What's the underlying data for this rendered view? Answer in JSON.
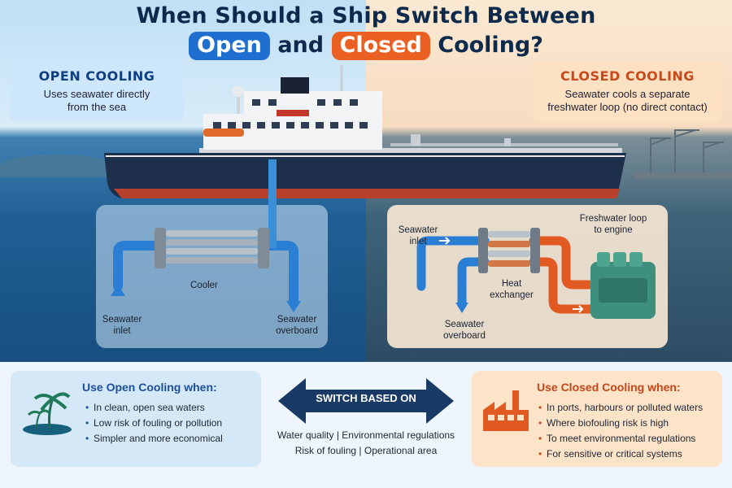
{
  "title": {
    "line1": "When Should a Ship Switch Between",
    "open_word": "Open",
    "and_word": "and",
    "closed_word": "Closed",
    "cooling_word": "Cooling?"
  },
  "open_info": {
    "heading": "OPEN COOLING",
    "line1": "Uses seawater directly",
    "line2": "from the sea"
  },
  "closed_info": {
    "heading": "CLOSED COOLING",
    "line1": "Seawater cools a separate",
    "line2": "freshwater loop (no direct contact)"
  },
  "open_diagram": {
    "cooler": "Cooler",
    "inlet_1": "Seawater",
    "inlet_2": "inlet",
    "overboard_1": "Seawater",
    "overboard_2": "overboard"
  },
  "closed_diagram": {
    "inlet_1": "Seawater",
    "inlet_2": "inlet",
    "freshwater_1": "Freshwater loop",
    "freshwater_2": "to engine",
    "hx_1": "Heat",
    "hx_2": "exchanger",
    "overboard_1": "Seawater",
    "overboard_2": "overboard"
  },
  "open_card": {
    "heading": "Use Open Cooling when:",
    "items": [
      "In clean, open sea waters",
      "Low risk of fouling or pollution",
      "Simpler and more economical"
    ]
  },
  "closed_card": {
    "heading": "Use Closed Cooling when:",
    "items": [
      "In ports, harbours or polluted waters",
      "Where biofouling risk is high",
      "To meet environmental regulations",
      "For sensitive or critical systems"
    ]
  },
  "switch": {
    "label": "SWITCH BASED ON",
    "row1": "Water quality  |  Environmental regulations",
    "row2": "Risk of fouling  |  Operational area"
  },
  "colors": {
    "open_accent": "#1f6fd1",
    "closed_accent": "#ea5f22",
    "title_navy": "#0d2a4d"
  },
  "icons": [
    "palm-island-icon",
    "factory-icon",
    "double-arrow-icon",
    "ship-illustration",
    "cooler-icon",
    "heat-exchanger-icon",
    "engine-icon"
  ]
}
